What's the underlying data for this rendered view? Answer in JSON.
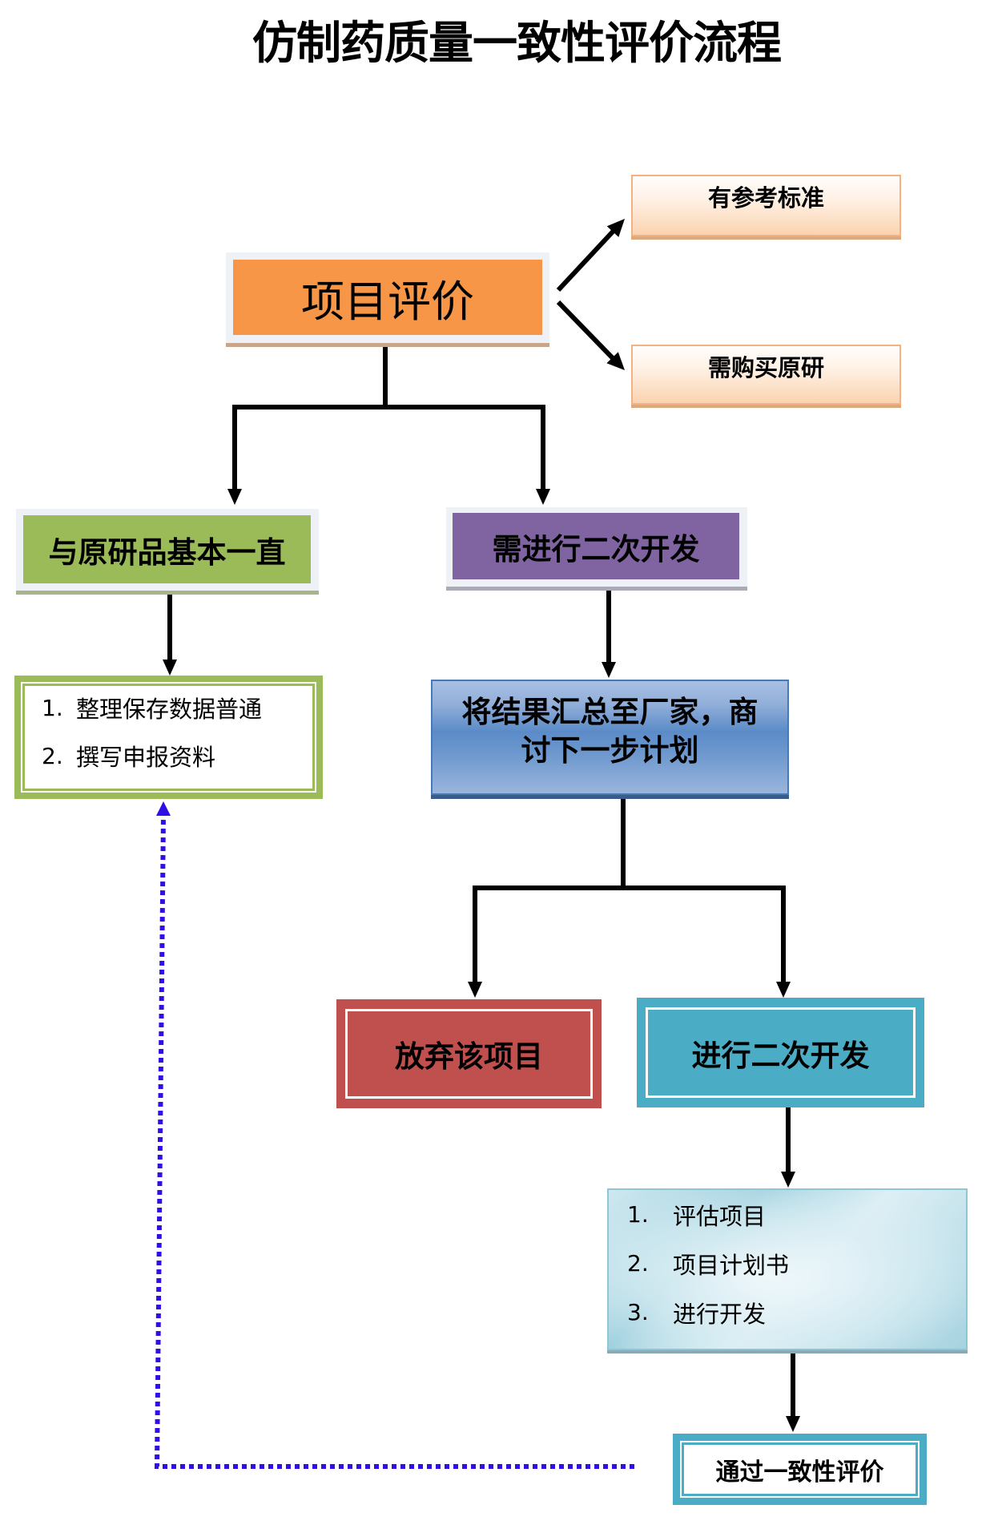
{
  "title": "仿制药质量一致性评价流程",
  "nodes": {
    "project_evaluation": "项目评价",
    "has_reference_standard": "有参考标准",
    "need_purchase_original": "需购买原研",
    "consistent_with_original": "与原研品基本一直",
    "need_secondary_development": "需进行二次开发",
    "summarize_to_manufacturer": "将结果汇总至厂家，商讨下一步计划",
    "abandon_project": "放弃该项目",
    "proceed_secondary_development": "进行二次开发",
    "pass_consistency_evaluation": "通过一致性评价"
  },
  "lists": {
    "direct_filing_steps": [
      {
        "num": "1.",
        "text": "整理保存数据普通"
      },
      {
        "num": "2.",
        "text": "撰写申报资料"
      }
    ],
    "development_steps": [
      {
        "num": "1.",
        "text": "评估项目"
      },
      {
        "num": "2.",
        "text": "项目计划书"
      },
      {
        "num": "3.",
        "text": "进行开发"
      }
    ]
  },
  "edges": [
    {
      "from": "project_evaluation",
      "to": "has_reference_standard",
      "style": "solid"
    },
    {
      "from": "project_evaluation",
      "to": "need_purchase_original",
      "style": "solid"
    },
    {
      "from": "project_evaluation",
      "to": "consistent_with_original",
      "style": "solid"
    },
    {
      "from": "project_evaluation",
      "to": "need_secondary_development",
      "style": "solid"
    },
    {
      "from": "consistent_with_original",
      "to": "direct_filing_steps",
      "style": "solid"
    },
    {
      "from": "need_secondary_development",
      "to": "summarize_to_manufacturer",
      "style": "solid"
    },
    {
      "from": "summarize_to_manufacturer",
      "to": "abandon_project",
      "style": "solid"
    },
    {
      "from": "summarize_to_manufacturer",
      "to": "proceed_secondary_development",
      "style": "solid"
    },
    {
      "from": "proceed_secondary_development",
      "to": "development_steps",
      "style": "solid"
    },
    {
      "from": "development_steps",
      "to": "pass_consistency_evaluation",
      "style": "solid"
    },
    {
      "from": "pass_consistency_evaluation",
      "to": "direct_filing_steps",
      "style": "dotted"
    }
  ],
  "colors": {
    "orange": "#F79646",
    "peach-top": "#FFFDFB",
    "peach-bottom": "#FBD3B0",
    "peach-border": "#F4B183",
    "green": "#9BBB59",
    "purple": "#8064A2",
    "blue": "#4F81BD",
    "blue-light": "#A7BFE2",
    "red": "#C0504D",
    "teal": "#4BACC6",
    "aqua-light": "#DDEFF5",
    "aqua-edge": "#9FD0DE",
    "dotted": "#2E10E6",
    "connector": "#000000"
  }
}
